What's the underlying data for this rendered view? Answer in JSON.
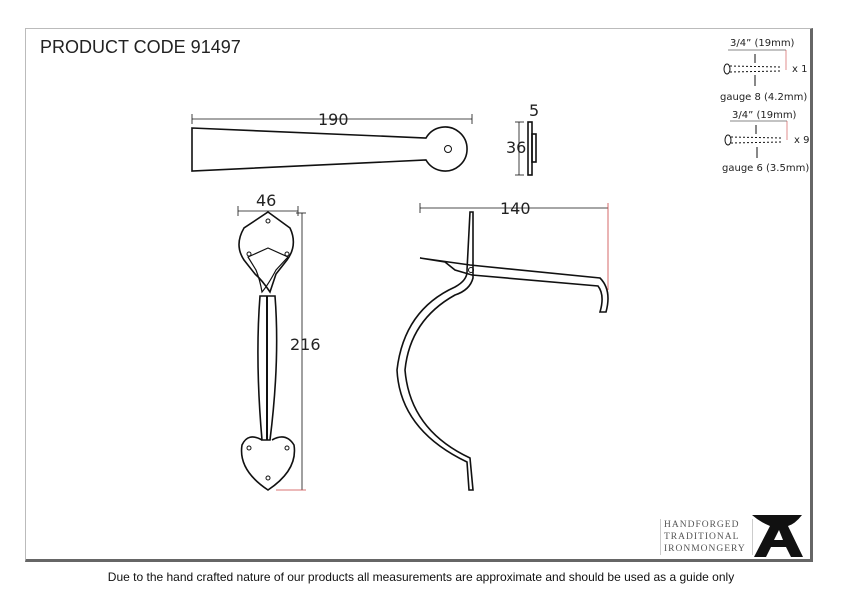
{
  "title": "PRODUCT CODE 91497",
  "dimensions": {
    "length": "190",
    "thickness": "5",
    "height": "36",
    "width": "46",
    "overall_length": "216",
    "projection": "140"
  },
  "screws": [
    {
      "length": "3/4” (19mm)",
      "gauge": "gauge 8 (4.2mm)",
      "qty": "x 1"
    },
    {
      "length": "3/4” (19mm)",
      "gauge": "gauge 6 (3.5mm)",
      "qty": "x 9"
    }
  ],
  "brand": {
    "line1": "HANDFORGED",
    "line2": "TRADITIONAL",
    "line3": "IRONMONGERY",
    "mark": "A"
  },
  "disclaimer": "Due to the hand crafted nature of our products all measurements are approximate and should be used as a guide only"
}
